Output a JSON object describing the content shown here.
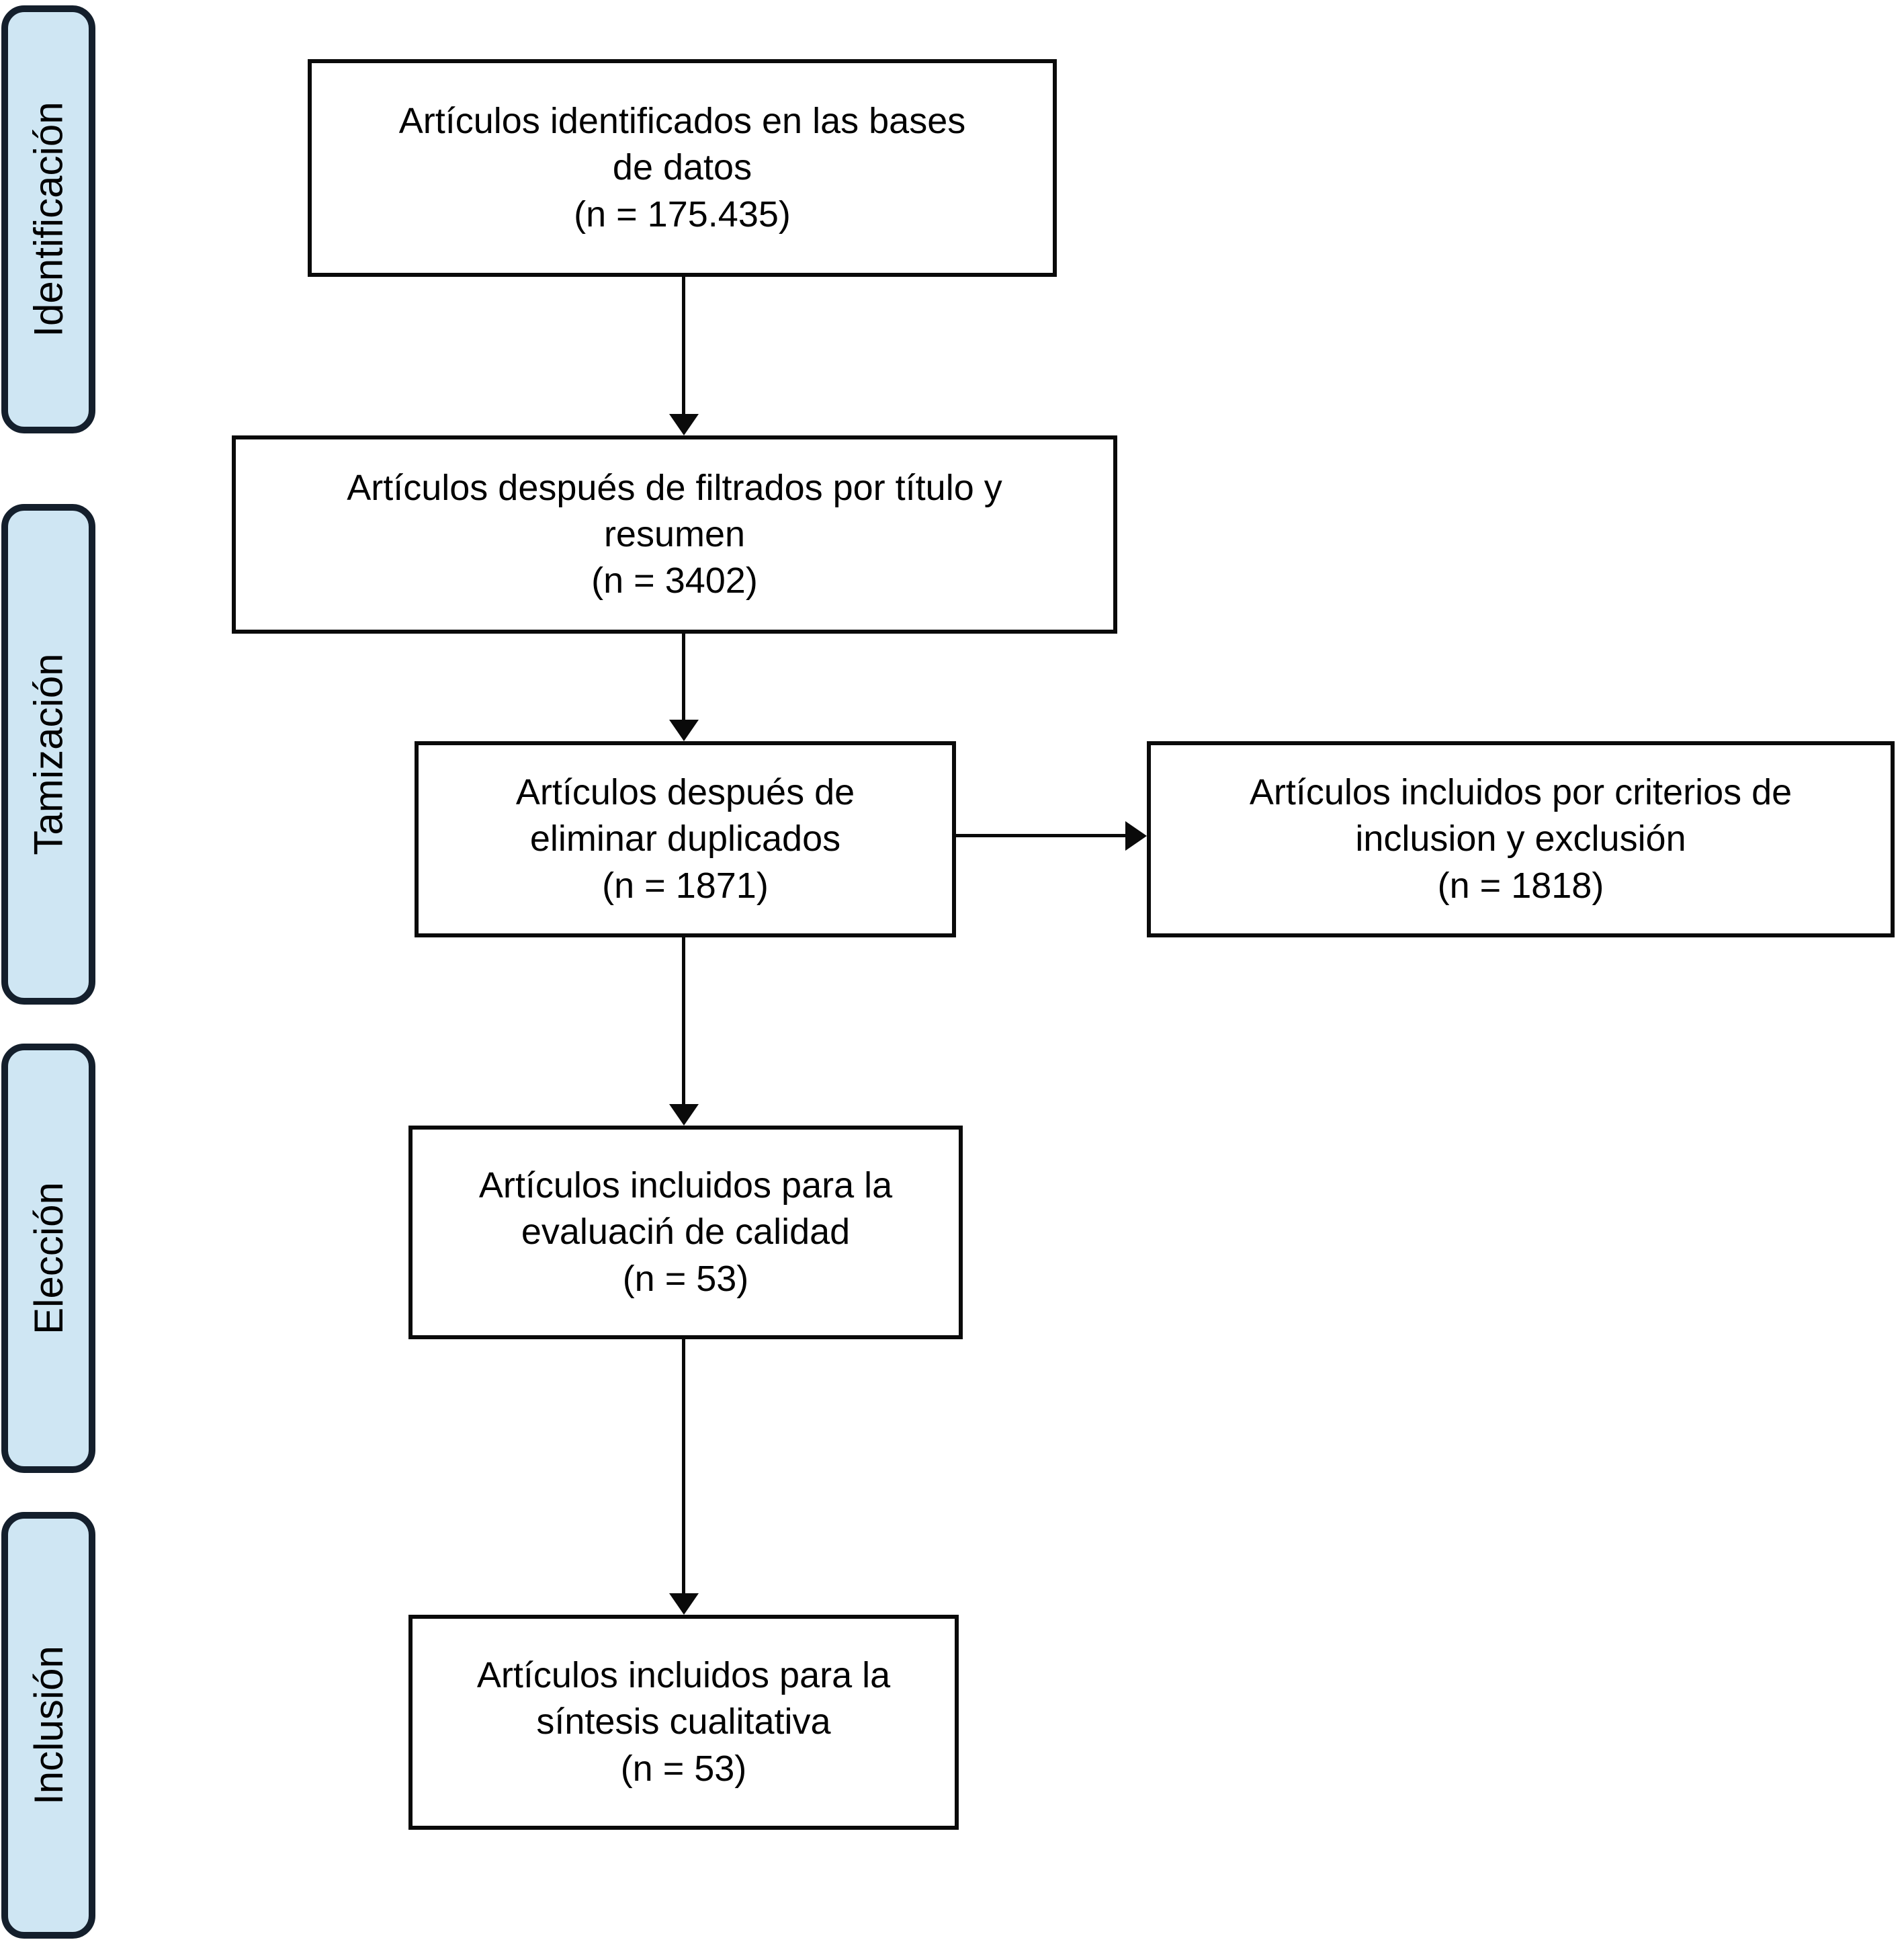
{
  "diagram": {
    "type": "prisma-flowchart",
    "language": "es",
    "stages": [
      {
        "label": "Identificación"
      },
      {
        "label": "Tamización"
      },
      {
        "label": "Elección"
      },
      {
        "label": "Inclusión"
      }
    ],
    "boxes": {
      "identified": {
        "lines": [
          "Artículos identificados en las bases",
          "de datos",
          "(n = 175.435)"
        ],
        "n": "175.435"
      },
      "filtered": {
        "lines": [
          "Artículos después de filtrados por título y",
          "resumen",
          "(n = 3402)"
        ],
        "n": "3402"
      },
      "deduplicated": {
        "lines": [
          "Artículos después de",
          "eliminar duplicados",
          "(n = 1871)"
        ],
        "n": "1871"
      },
      "criteria": {
        "lines": [
          "Artículos incluidos por criterios de",
          "inclusion y exclusión",
          "(n = 1818)"
        ],
        "n": "1818"
      },
      "quality": {
        "lines": [
          "Artículos incluidos para la",
          "evaluaciń de calidad",
          "(n = 53)"
        ],
        "n": "53"
      },
      "synthesis": {
        "lines": [
          "Artículos incluidos para la",
          "síntesis cualitativa",
          "(n = 53)"
        ],
        "n": "53"
      }
    },
    "connections": [
      {
        "from": "identified",
        "to": "filtered",
        "direction": "down"
      },
      {
        "from": "filtered",
        "to": "deduplicated",
        "direction": "down"
      },
      {
        "from": "deduplicated",
        "to": "criteria",
        "direction": "right"
      },
      {
        "from": "deduplicated",
        "to": "quality",
        "direction": "down"
      },
      {
        "from": "quality",
        "to": "synthesis",
        "direction": "down"
      }
    ],
    "colors": {
      "stage_fill": "#cfe6f3",
      "stage_border": "#141f2c",
      "box_fill": "#ffffff",
      "box_border": "#0a0a0a",
      "arrow": "#0a0a0a",
      "text": "#000000",
      "background": "#ffffff"
    }
  }
}
